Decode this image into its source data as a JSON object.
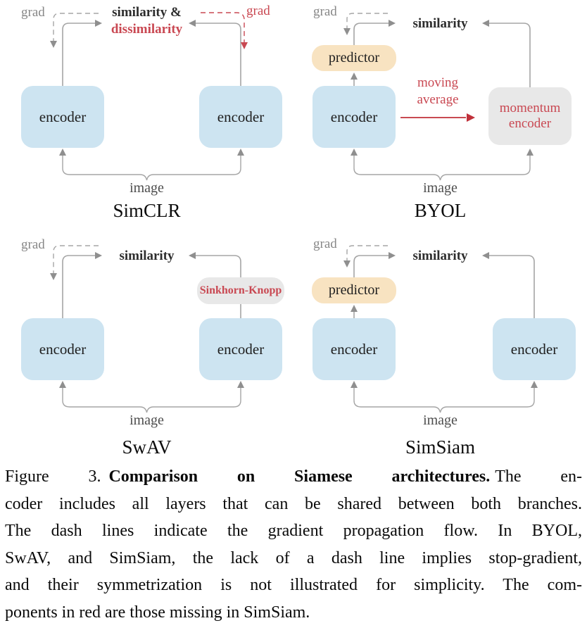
{
  "colors": {
    "encoder_fill": "#cde4f1",
    "predictor_fill": "#f8e3c1",
    "panel_gray_fill": "#e8e8e8",
    "line_gray": "#a5a5a5",
    "arrow_gray": "#8f8f8f",
    "red": "#c94852",
    "red_strong": "#c0303a",
    "grad_gray": "#878787",
    "image_gray": "#4d4d4d",
    "box_text": "#1f1f1f",
    "loss_text": "#2d2d2d",
    "title_color": "#0c0c0c",
    "caption_color": "#0a0a0a"
  },
  "panels": {
    "simclr": {
      "title": "SimCLR",
      "grad_left": "grad",
      "grad_right": "grad",
      "loss_line1": "similarity &",
      "loss_line2": "dissimilarity",
      "encoder_left": "encoder",
      "encoder_right": "encoder",
      "image_label": "image"
    },
    "byol": {
      "title": "BYOL",
      "grad": "grad",
      "loss": "similarity",
      "predictor": "predictor",
      "encoder": "encoder",
      "momentum_line1": "momentum",
      "momentum_line2": "encoder",
      "moving_line1": "moving",
      "moving_line2": "average",
      "image_label": "image"
    },
    "swav": {
      "title": "SwAV",
      "grad": "grad",
      "loss": "similarity",
      "encoder_left": "encoder",
      "encoder_right": "encoder",
      "sinkhorn": "Sinkhorn-Knopp",
      "image_label": "image"
    },
    "simsiam": {
      "title": "SimSiam",
      "grad": "grad",
      "loss": "similarity",
      "predictor": "predictor",
      "encoder_left": "encoder",
      "encoder_right": "encoder",
      "image_label": "image"
    }
  },
  "caption": {
    "label": "Figure 3.",
    "bold": "Comparison on Siamese architectures.",
    "line1_rest": "The en-",
    "line2": "coder includes all layers that can be shared between both branches.",
    "line3": "The dash lines indicate the gradient propagation flow. In BYOL,",
    "line4": "SwAV, and SimSiam, the lack of a dash line implies stop-gradient,",
    "line5": "and their symmetrization is not illustrated for simplicity. The com-",
    "line6": "ponents in red are those missing in SimSiam."
  }
}
